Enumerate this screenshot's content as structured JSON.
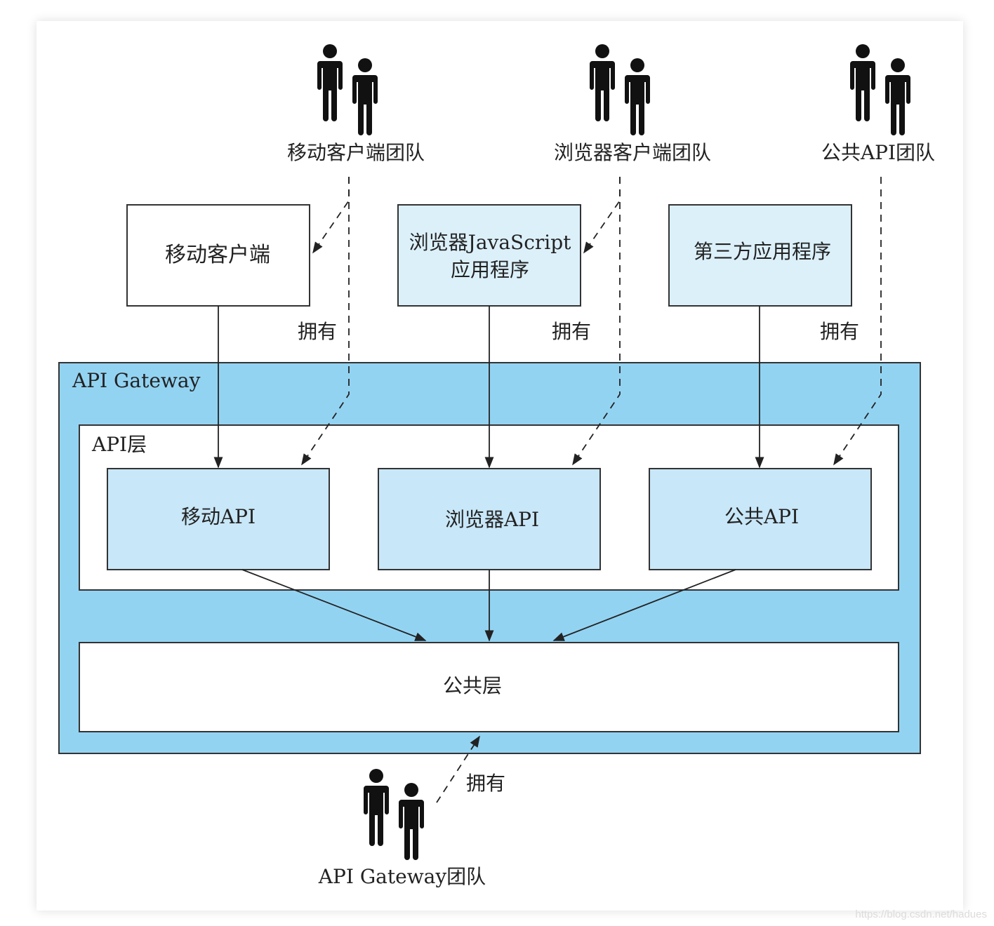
{
  "colors": {
    "gateway_fill": "#93d3f2",
    "client_fill_light": "#dcf0fa",
    "api_fill": "#c8e7f8",
    "layer_fill": "#ffffff",
    "stroke": "#333333"
  },
  "teams": [
    {
      "id": "mobile",
      "label": "移动客户端团队",
      "icon": "people-icon"
    },
    {
      "id": "browser",
      "label": "浏览器客户端团队",
      "icon": "people-icon"
    },
    {
      "id": "public",
      "label": "公共API团队",
      "icon": "people-icon"
    },
    {
      "id": "gateway",
      "label": "API Gateway团队",
      "icon": "people-icon"
    }
  ],
  "clients": [
    {
      "id": "mobile-client",
      "lines": [
        "移动客户端"
      ]
    },
    {
      "id": "browser-client",
      "lines": [
        "浏览器JavaScript",
        "应用程序"
      ]
    },
    {
      "id": "third-party-client",
      "lines": [
        "第三方应用程序"
      ]
    }
  ],
  "owns_label": "拥有",
  "gateway": {
    "title": "API Gateway",
    "api_layer": {
      "title": "API层",
      "apis": [
        {
          "id": "mobile-api",
          "label": "移动API"
        },
        {
          "id": "browser-api",
          "label": "浏览器API"
        },
        {
          "id": "public-api",
          "label": "公共API"
        }
      ]
    },
    "common_layer": {
      "title": "公共层"
    }
  },
  "watermark": "https://blog.csdn.net/hadues"
}
